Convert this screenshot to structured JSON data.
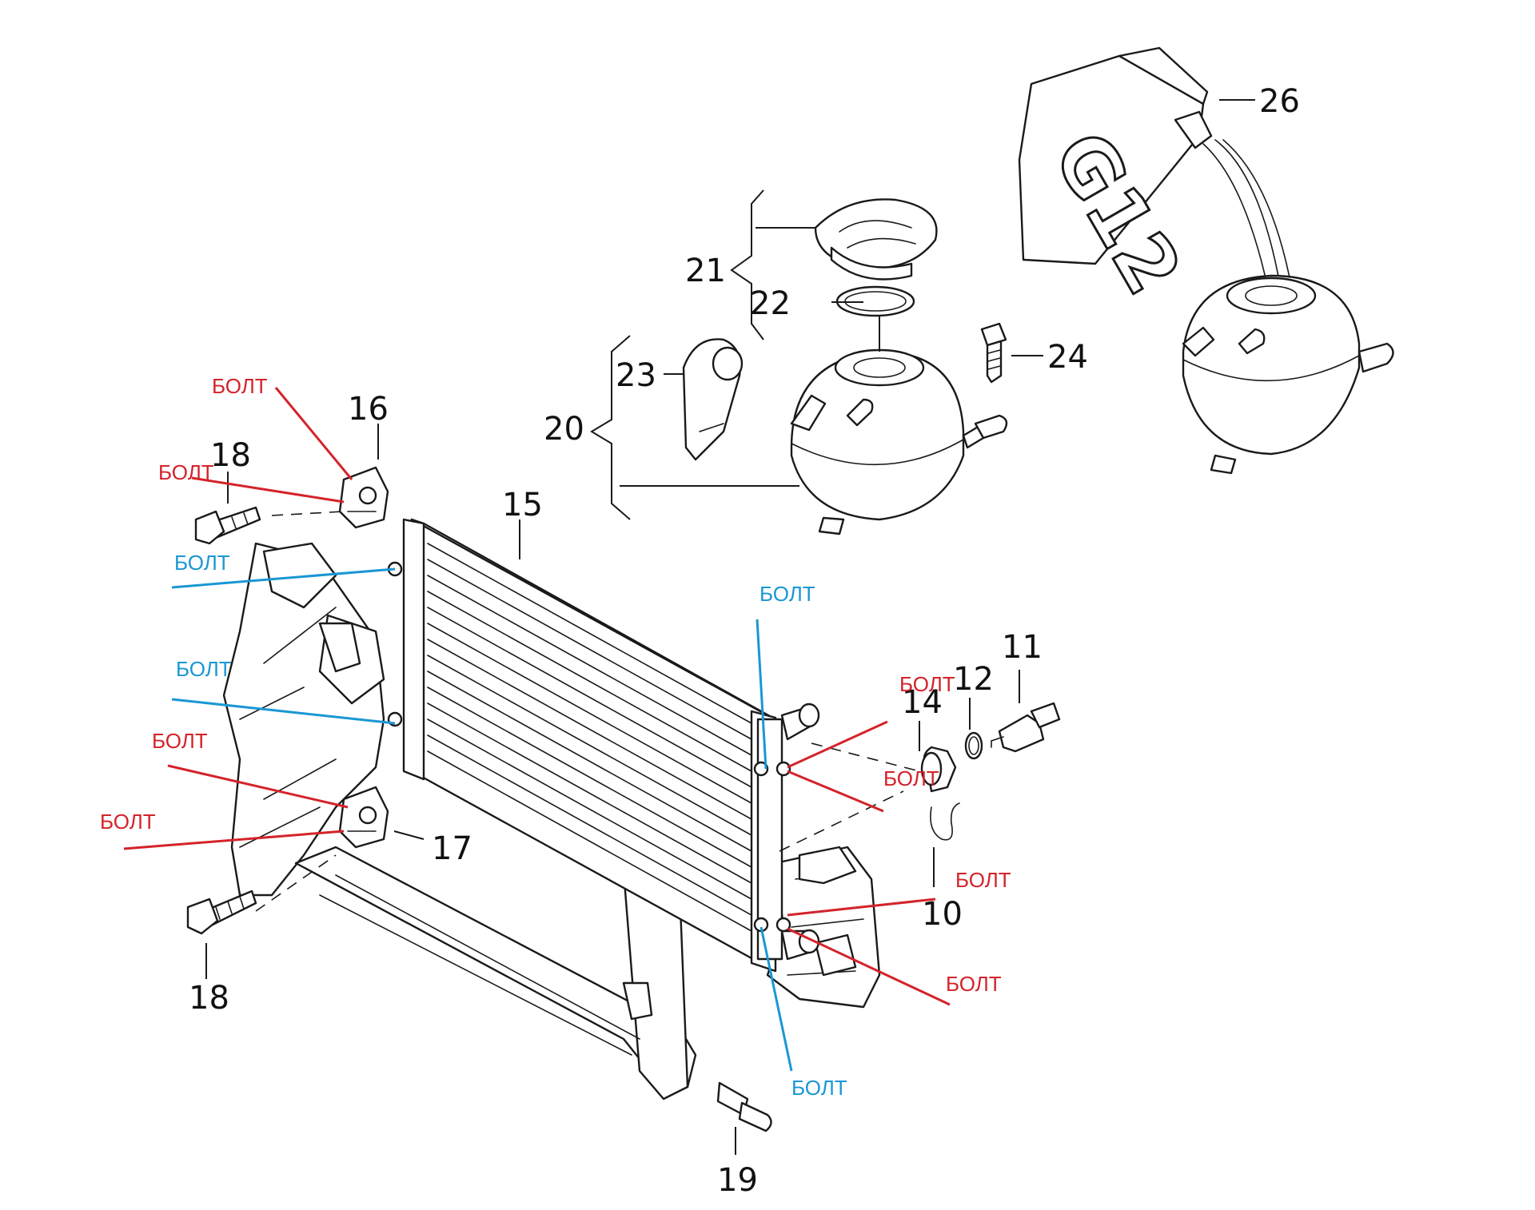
{
  "colors": {
    "red_marker": "#d4232a",
    "blue_marker": "#1a97d4",
    "line": "#1a1a1a"
  },
  "part_numbers": {
    "p10": "10",
    "p11": "11",
    "p12": "12",
    "p14": "14",
    "p15": "15",
    "p16": "16",
    "p17": "17",
    "p18a": "18",
    "p18b": "18",
    "p19": "19",
    "p20": "20",
    "p21": "21",
    "p22": "22",
    "p23": "23",
    "p24": "24",
    "p26": "26"
  },
  "bolt_label": "БОЛТ",
  "coolant_can_label": "G12"
}
